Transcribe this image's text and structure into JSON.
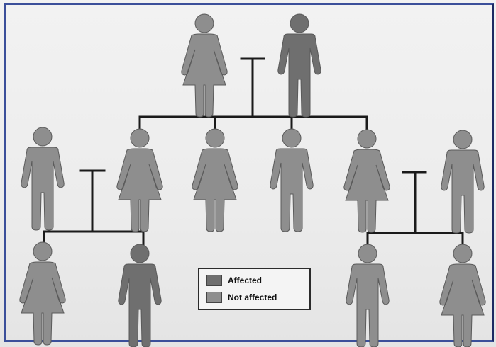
{
  "legend": {
    "affected_label": "Affected",
    "not_affected_label": "Not affected"
  },
  "colors": {
    "affected": "#6f6f6f",
    "not_affected": "#8e8e8e",
    "line": "#1a1a1a",
    "frame": "#3b4f9a"
  },
  "pedigree": {
    "generation_1": [
      {
        "sex": "female",
        "status": "not_affected"
      },
      {
        "sex": "male",
        "status": "affected"
      }
    ],
    "generation_2": [
      {
        "sex": "male",
        "status": "not_affected"
      },
      {
        "sex": "female",
        "status": "not_affected"
      },
      {
        "sex": "female",
        "status": "not_affected"
      },
      {
        "sex": "male",
        "status": "not_affected"
      },
      {
        "sex": "female",
        "status": "not_affected"
      },
      {
        "sex": "male",
        "status": "not_affected"
      }
    ],
    "generation_3": [
      {
        "sex": "female",
        "status": "not_affected"
      },
      {
        "sex": "male",
        "status": "affected"
      },
      {
        "sex": "male",
        "status": "not_affected"
      },
      {
        "sex": "female",
        "status": "not_affected"
      }
    ]
  }
}
